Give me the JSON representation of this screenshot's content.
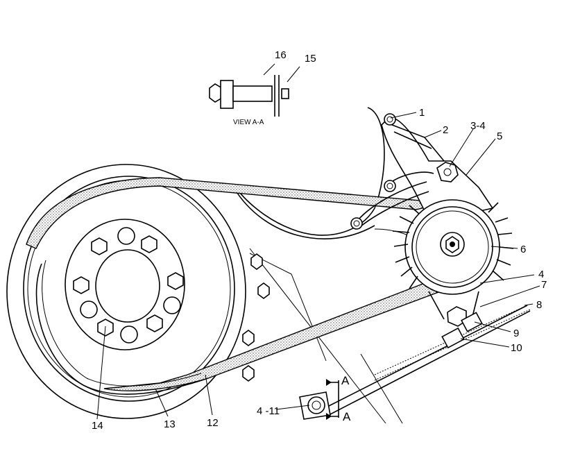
{
  "view": {
    "caption": "VIEW  A-A",
    "section_letter_top": "A",
    "section_letter_bottom": "A"
  },
  "callouts": {
    "c1": "1",
    "c2": "2",
    "c3_4": "3-4",
    "c5": "5",
    "c6": "6",
    "c4": "4",
    "c7": "7",
    "c8": "8",
    "c9": "9",
    "c10": "10",
    "c4_11": "4 -11",
    "c12": "12",
    "c13": "13",
    "c14": "14",
    "c15": "15",
    "c16": "16"
  },
  "colors": {
    "line": "#000000",
    "background": "#ffffff"
  }
}
